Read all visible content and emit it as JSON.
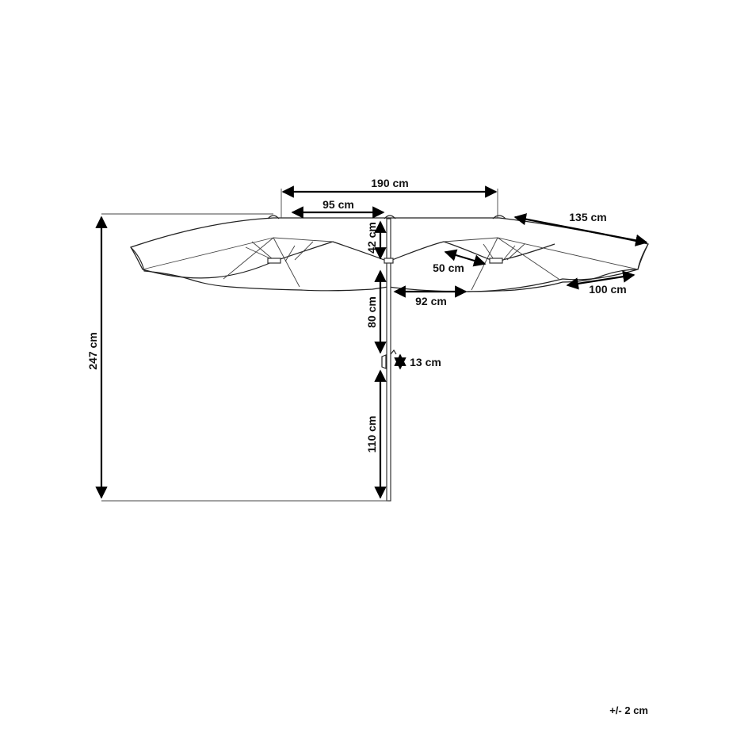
{
  "dimensions": {
    "overall_width": "190 cm",
    "half_width": "95 cm",
    "panel_length": "135 cm",
    "canopy_height": "42 cm",
    "rib_reach": "50 cm",
    "panel_edge": "100 cm",
    "arm_length": "92 cm",
    "upper_pole": "80 cm",
    "crank": "13 cm",
    "lower_pole": "110 cm",
    "total_height": "247 cm"
  },
  "tolerance": "+/- 2 cm",
  "colors": {
    "line": "#222222",
    "arrow": "#000000",
    "background": "#ffffff"
  }
}
